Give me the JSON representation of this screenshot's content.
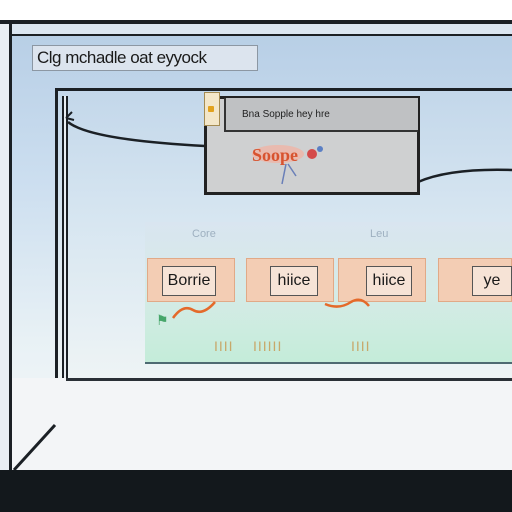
{
  "window": {
    "title": "Clg mchadle oat eyyock"
  },
  "popup": {
    "header": "Bna Sopple hey hre",
    "logo_text": "Soope"
  },
  "panel": {
    "column_labels": [
      "Core",
      "Leu"
    ],
    "cards": [
      {
        "label": "Borrie"
      },
      {
        "label": "hiice"
      },
      {
        "label": "hiice"
      },
      {
        "label": "ye"
      }
    ],
    "row_cells": [
      "IIII",
      "IIIIII",
      "IIII"
    ]
  },
  "colors": {
    "frame": "#1b2025",
    "card_fill": "#f3cdb4",
    "card_border": "#e1a987",
    "popup_fill": "#cfd0d1",
    "accent_orange": "#e46a2b"
  }
}
